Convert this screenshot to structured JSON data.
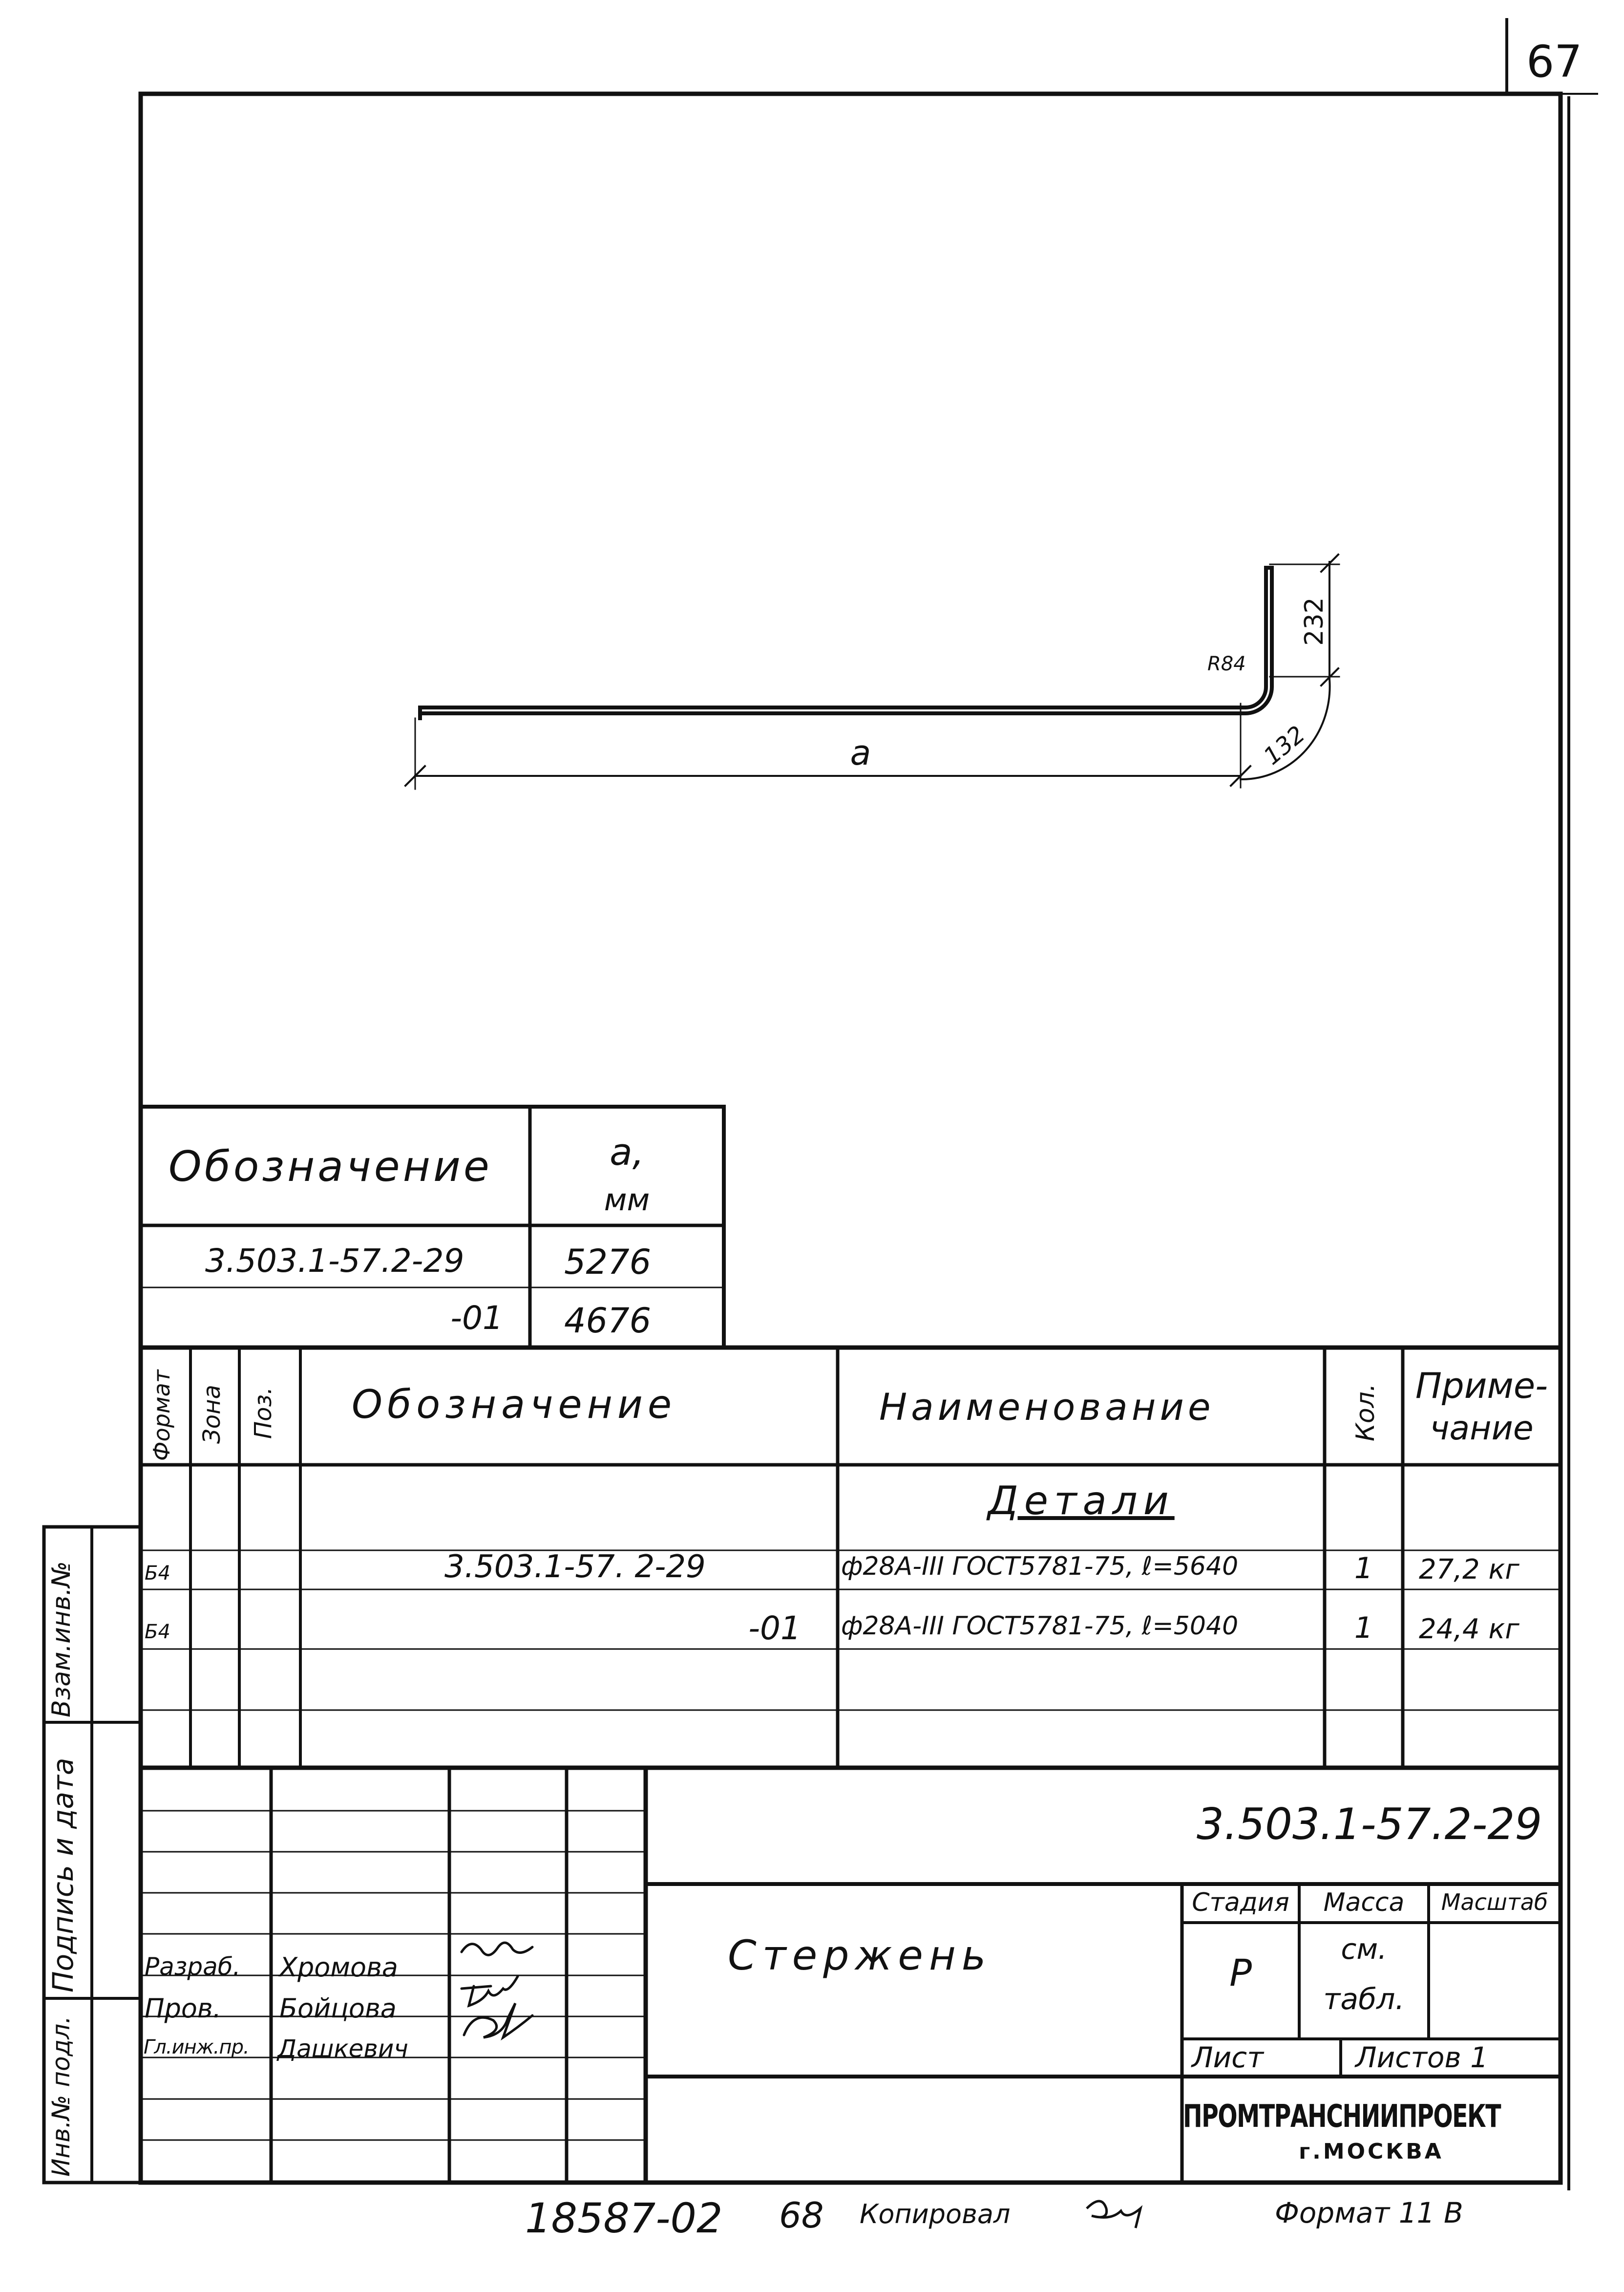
{
  "page_number": "67",
  "drawing": {
    "dim_a": "a",
    "dim_radius": "R84",
    "dim_vertical": "232",
    "dim_arc": "132"
  },
  "length_table": {
    "headers": {
      "designation": "Обозначение",
      "a": "a,",
      "a_unit": "мм"
    },
    "rows": [
      {
        "designation": "3.503.1-57.2-29",
        "a": "5276"
      },
      {
        "designation": "-01",
        "a": "4676"
      }
    ]
  },
  "spec_table": {
    "headers": {
      "format": "Формат",
      "zone": "Зона",
      "pos": "Поз.",
      "designation": "Обозначение",
      "name": "Наименование",
      "qty": "Кол.",
      "note_line1": "Приме-",
      "note_line2": "чание"
    },
    "section": "Детали",
    "rows": [
      {
        "format": "Б4",
        "designation": "3.503.1-57. 2-29",
        "name": "ф28А-III ГОСТ5781-75, ℓ=5640",
        "qty": "1",
        "note": "27,2 кг"
      },
      {
        "format": "Б4",
        "designation": "-01",
        "name": "ф28А-III ГОСТ5781-75, ℓ=5040",
        "qty": "1",
        "note": "24,4 кг"
      }
    ]
  },
  "left_strip": {
    "vzam": "Взам.инв.№",
    "podpis": "Подпись и дата",
    "inv": "Инв.№ подл."
  },
  "title_block": {
    "doc_number": "3.503.1-57.2-29",
    "title": "Стержень",
    "stage_label": "Стадия",
    "mass_label": "Масса",
    "scale_label": "Масштаб",
    "stage_value": "Р",
    "mass_value_1": "см.",
    "mass_value_2": "табл.",
    "sheet_label": "Лист",
    "sheets_label": "Листов 1",
    "organization": "ПРОМТРАНСНИИПРОЕКТ",
    "city": "г.МОСКВА",
    "roles": [
      {
        "role": "Разраб.",
        "name": "Хромова"
      },
      {
        "role": "Пров.",
        "name": "Бойцова"
      },
      {
        "role": "Гл.инж.пр.",
        "name": "Дашкевич"
      }
    ]
  },
  "footer": {
    "stamp_number": "18587-02",
    "sheet_no": "68",
    "copied": "Копировал",
    "format": "Формат 11 В"
  }
}
